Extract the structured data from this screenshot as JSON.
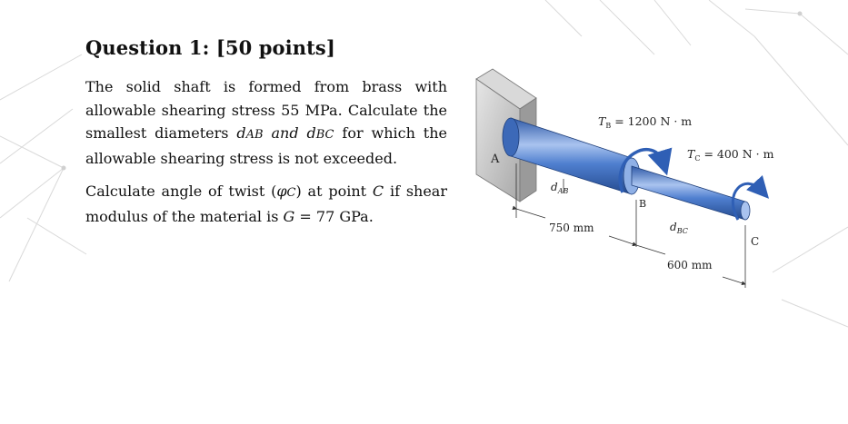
{
  "title": "Question 1: [50 points]",
  "p1": {
    "text_a": "The solid shaft is formed from brass with allowable shearing stress 55 MPa. Calculate the smallest diameters ",
    "d_ab_main": "d",
    "d_ab_sub": "AB",
    "and": " and ",
    "d_bc_main": "d",
    "d_bc_sub": "BC",
    "text_b": " for which the allowable shearing stress is not exceeded."
  },
  "p2": {
    "text_a": "Calculate angle of twist (",
    "phi": "φ",
    "phi_sub": "C",
    "text_b": ") at point ",
    "point": "C",
    "text_c": " if shear modulus of the material is ",
    "g_sym": "G",
    "text_d": " = 77 GPa."
  },
  "figure": {
    "label_A": "A",
    "label_B": "B",
    "label_C": "C",
    "tb_label": "T",
    "tb_sub": "B",
    "tb_value": " = 1200 N · m",
    "tc_label": "T",
    "tc_sub": "C",
    "tc_value": " = 400 N · m",
    "dab_label": "d",
    "dab_sub": "AB",
    "dbc_label": "d",
    "dbc_sub": "BC",
    "len_ab": "750 mm",
    "len_bc": "600 mm"
  },
  "colors": {
    "shaft": "#3f6fc4",
    "shaft_light": "#a9c3ef",
    "arrow": "#2f5fb5",
    "wall": "#c8c8c8"
  }
}
